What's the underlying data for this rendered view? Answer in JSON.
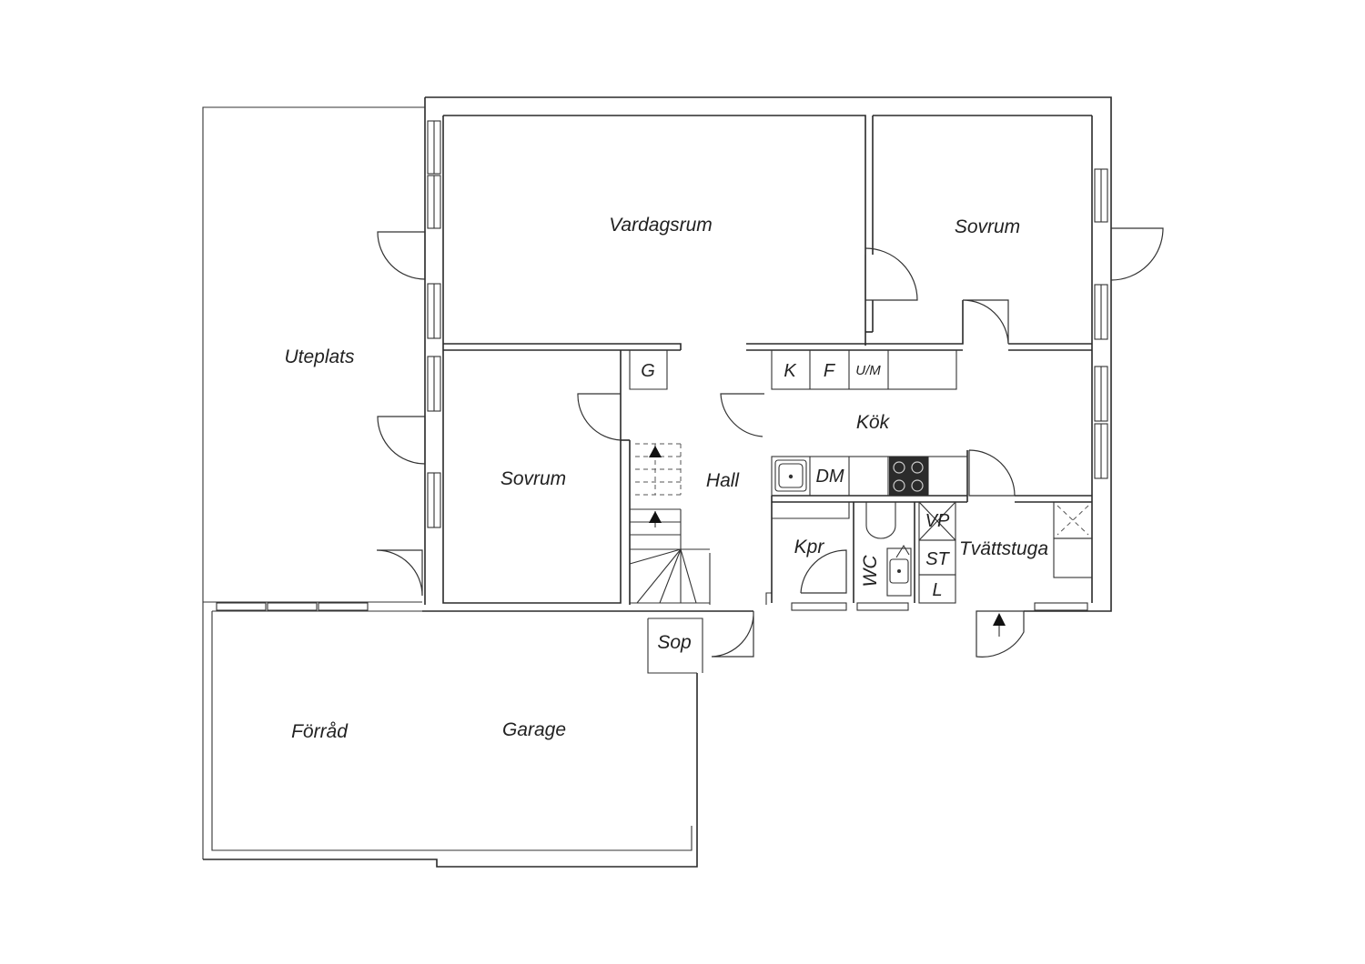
{
  "rooms": {
    "vardagsrum": "Vardagsrum",
    "sovrum_1": "Sovrum",
    "sovrum_2": "Sovrum",
    "uteplats": "Uteplats",
    "hall": "Hall",
    "kok": "Kök",
    "kpr": "Kpr",
    "wc": "WC",
    "tvattstuga": "Tvättstuga",
    "sop": "Sop",
    "forrad": "Förråd",
    "garage": "Garage"
  },
  "fixtures": {
    "g": "G",
    "k": "K",
    "f": "F",
    "um": "U/M",
    "dm": "DM",
    "vp": "VP",
    "st": "ST",
    "l": "L"
  },
  "colors": {
    "line": "#2a2a2a",
    "background": "#ffffff",
    "stove": "#2b2b2b"
  }
}
